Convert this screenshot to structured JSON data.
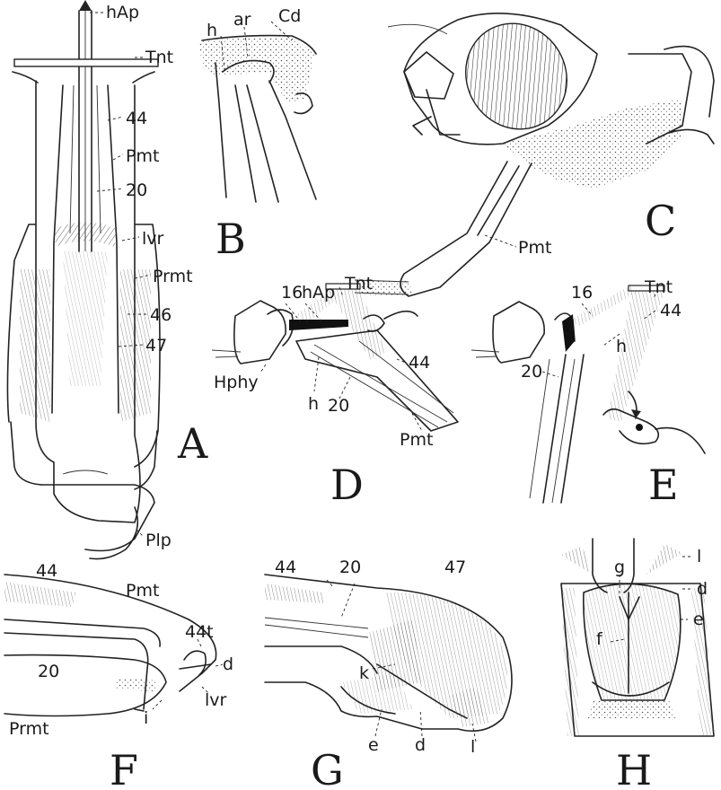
{
  "panels": {
    "A": {
      "letter": "A",
      "labels": [
        "hAp",
        "Tnt",
        "44",
        "Pmt",
        "20",
        "lvr",
        "Prmt",
        "46",
        "47",
        "Plp"
      ]
    },
    "B": {
      "letter": "B",
      "labels": [
        "h",
        "ar",
        "Cd"
      ]
    },
    "C": {
      "letter": "C",
      "labels": [
        "Pmt"
      ]
    },
    "D": {
      "letter": "D",
      "labels": [
        "16",
        "hAp",
        "Tnt",
        "Hphy",
        "h",
        "44",
        "20",
        "Pmt"
      ]
    },
    "E": {
      "letter": "E",
      "labels": [
        "16",
        "Tnt",
        "h",
        "44",
        "20"
      ]
    },
    "F": {
      "letter": "F",
      "labels": [
        "44",
        "Pmt",
        "44t",
        "d",
        "20",
        "Prmt",
        "i",
        "lvr"
      ]
    },
    "G": {
      "letter": "G",
      "labels": [
        "44",
        "20",
        "47",
        "k",
        "e",
        "d",
        "l"
      ]
    },
    "H": {
      "letter": "H",
      "labels": [
        "l",
        "g",
        "d",
        "e",
        "f"
      ]
    }
  }
}
